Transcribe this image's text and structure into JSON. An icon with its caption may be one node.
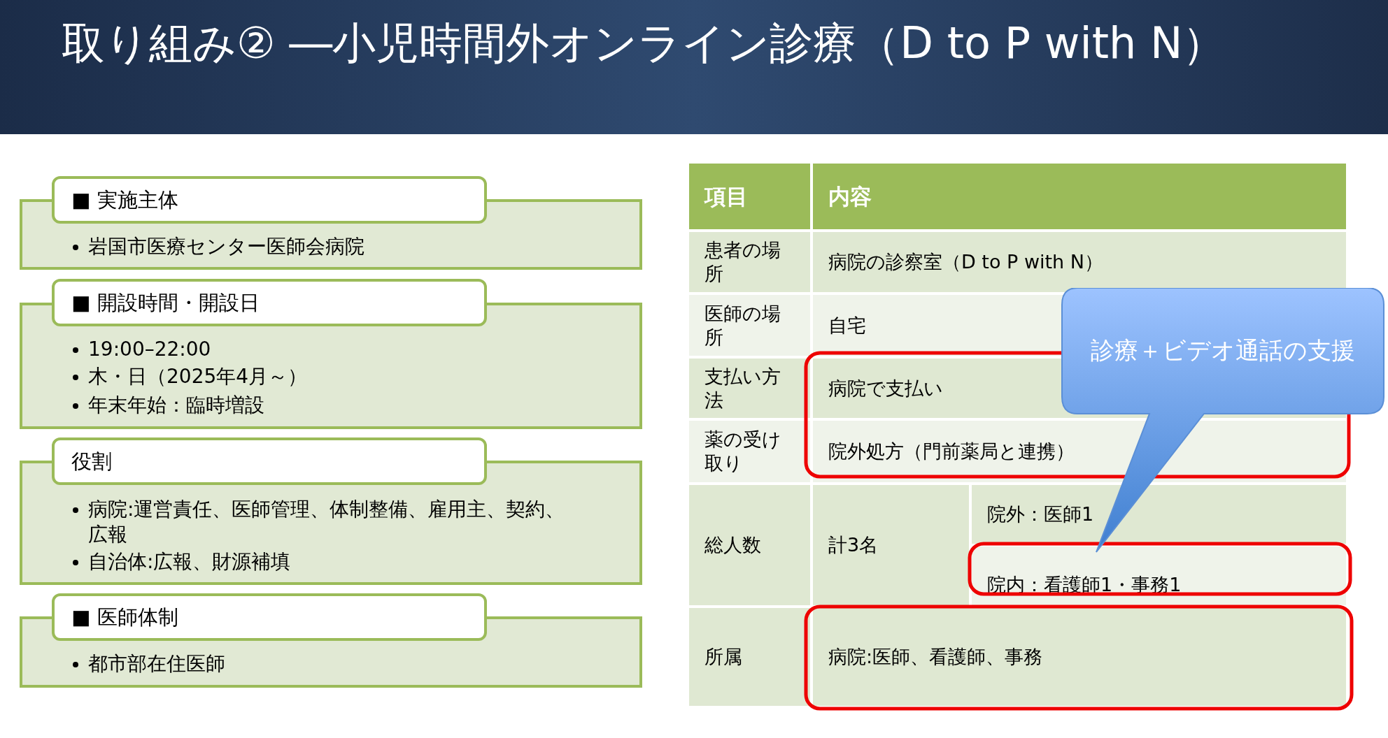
{
  "diagram": {
    "title": "取り組み② ―小児時間外オンライン診療（D to P with N）",
    "nodes": [
      {
        "text": [
          "■ 実施主体",
          "岩国市医療センター医師会病院"
        ]
      },
      {
        "text": [
          "■ 開設時間・開設日",
          "19:00–22:00",
          "木・日（2025年4月～）",
          "年末年始：臨時増設"
        ]
      },
      {
        "text": [
          "役割",
          "病院:運営責任、医師管理、体制整備、雇用主、契約、広報",
          "自治体:広報、財源補填"
        ]
      },
      {
        "text": [
          "■ 医師体制",
          "都市部在住医師"
        ]
      },
      {
        "text": [
          "診療＋ビデオ通話の支援"
        ]
      }
    ],
    "edges": [],
    "labels": [
      "項目",
      "内容",
      "患者の場所",
      "病院の診察室（D to P with N）",
      "医師の場所",
      "自宅",
      "支払い方法",
      "病院で支払い",
      "薬の受け取り",
      "院外処方（門前薬局と連携）",
      "総人数",
      "計3名",
      "院外：医師1",
      "院内：看護師1・事務1",
      "所属",
      "病院:医師、看護師、事務"
    ]
  }
}
